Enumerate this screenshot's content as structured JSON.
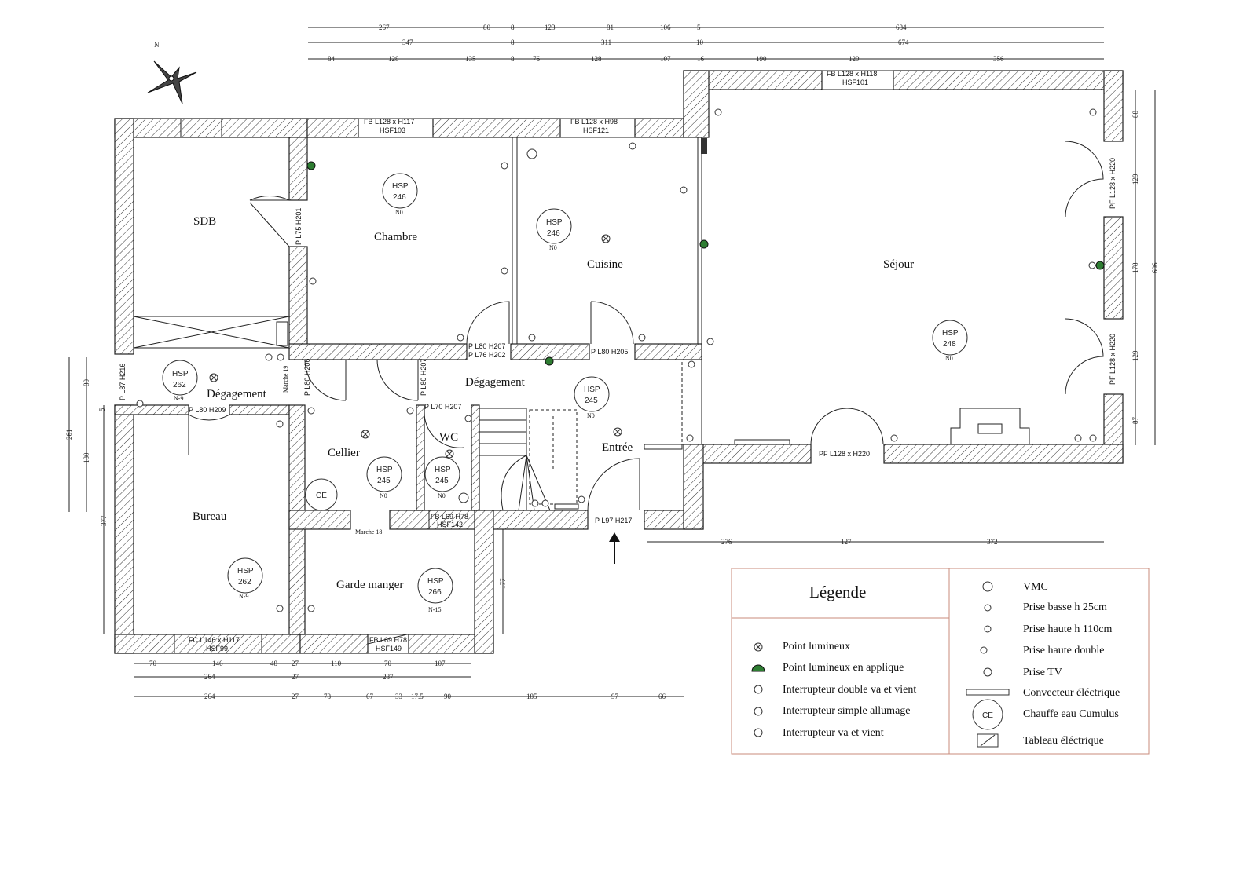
{
  "compass": {
    "label": "N"
  },
  "rooms": {
    "sdb": "SDB",
    "chambre": "Chambre",
    "cuisine": "Cuisine",
    "sejour": "Séjour",
    "degagement_left": "Dégagement",
    "degagement_center": "Dégagement",
    "cellier": "Cellier",
    "wc": "WC",
    "entree": "Entrée",
    "bureau": "Bureau",
    "garde_manger": "Garde manger"
  },
  "heights": [
    {
      "id": "chambre",
      "hsp": "HSP",
      "value": "246",
      "level": "N0"
    },
    {
      "id": "cuisine",
      "hsp": "HSP",
      "value": "246",
      "level": "N0"
    },
    {
      "id": "sejour",
      "hsp": "HSP",
      "value": "248",
      "level": "N0"
    },
    {
      "id": "degagement_left",
      "hsp": "HSP",
      "value": "262",
      "level": "N-9"
    },
    {
      "id": "entree",
      "hsp": "HSP",
      "value": "245",
      "level": "N0"
    },
    {
      "id": "cellier",
      "hsp": "HSP",
      "value": "245",
      "level": "N0"
    },
    {
      "id": "wc",
      "hsp": "HSP",
      "value": "245",
      "level": "N0"
    },
    {
      "id": "bureau",
      "hsp": "HSP",
      "value": "262",
      "level": "N-9"
    },
    {
      "id": "garde_manger",
      "hsp": "HSP",
      "value": "266",
      "level": "N-15"
    }
  ],
  "openings": {
    "fb_chambre_1": "FB L128 x H117",
    "fb_chambre_2": "HSF103",
    "fb_cuisine_1": "FB L128 x H98",
    "fb_cuisine_2": "HSF121",
    "fb_sejour_1": "FB L128 x H118",
    "fb_sejour_2": "HSF101",
    "pf_east_1": "PF L128 x H220",
    "pf_east_2": "PF L128 x H220",
    "pf_south": "PF L128 x H220",
    "p_l75": "P L75 H201",
    "p_l80_h207": "P L80 H207",
    "p_l76_h202": "P L76 H202",
    "p_l80_h205": "P L80 H205",
    "p_l87": "P L87 H216",
    "p_l80_h209": "P L80 H209",
    "p_l80_h206": "P L80 H206",
    "p_l80_h207b": "P L80 H207",
    "p_l70_h207": "P L70 H207",
    "fb_wc_1": "FB L69 H78",
    "fb_wc_2": "HSF142",
    "p_l97": "P L97 H217",
    "fc_bureau_1": "FC L146 x H117",
    "fc_bureau_2": "HSF99",
    "fb_gm_1": "FB L69 H78",
    "fb_gm_2": "HSF149",
    "marche1": "Marche 19",
    "marche2": "Marche 18",
    "ce": "CE"
  },
  "dims_top": {
    "row1": [
      "267",
      "80",
      "8",
      "123",
      "81",
      "106",
      "5",
      "684"
    ],
    "row2": [
      "347",
      "8",
      "311",
      "10",
      "674"
    ],
    "row3": [
      "84",
      "128",
      "135",
      "8",
      "76",
      "128",
      "107",
      "16",
      "190",
      "129",
      "356"
    ]
  },
  "dims_right": [
    "88",
    "129",
    "178",
    "129",
    "87",
    "606"
  ],
  "dims_left": [
    "80",
    "5",
    "180",
    "261",
    "377"
  ],
  "dims_center_right": [
    "177"
  ],
  "dims_sejour_bottom": [
    "276",
    "127",
    "372"
  ],
  "dims_bottom": {
    "row1": [
      "70",
      "146",
      "48",
      "27",
      "110",
      "70",
      "107"
    ],
    "row2": [
      "264",
      "27",
      "287"
    ],
    "row3": [
      "264",
      "27",
      "78",
      "67",
      "33",
      "17.5",
      "90",
      "185",
      "97",
      "66"
    ]
  },
  "legend": {
    "title": "Légende",
    "left_items": [
      {
        "icon": "point-lumineux-icon",
        "label": "Point lumineux"
      },
      {
        "icon": "applique-icon",
        "label": "Point lumineux en applique"
      },
      {
        "icon": "double-va-et-vient-icon",
        "label": "Interrupteur double va et vient"
      },
      {
        "icon": "simple-allumage-icon",
        "label": "Interrupteur simple allumage"
      },
      {
        "icon": "va-et-vient-icon",
        "label": "Interrupteur va et vient"
      }
    ],
    "right_items": [
      {
        "icon": "vmc-icon",
        "label": "VMC"
      },
      {
        "icon": "prise-basse-icon",
        "label": "Prise basse h 25cm"
      },
      {
        "icon": "prise-haute-icon",
        "label": "Prise haute h 110cm"
      },
      {
        "icon": "prise-double-icon",
        "label": "Prise haute double"
      },
      {
        "icon": "prise-tv-icon",
        "label": "Prise TV"
      },
      {
        "icon": "convecteur-icon",
        "label": "Convecteur éléctrique"
      },
      {
        "icon": "cumulus-icon",
        "label": "Chauffe eau Cumulus"
      },
      {
        "icon": "tableau-icon",
        "label": "Tableau éléctrique"
      }
    ],
    "ce": "CE"
  },
  "colors": {
    "wall": "#222222",
    "legend_border": "#c98b7b",
    "applique": "#2e7d32"
  }
}
